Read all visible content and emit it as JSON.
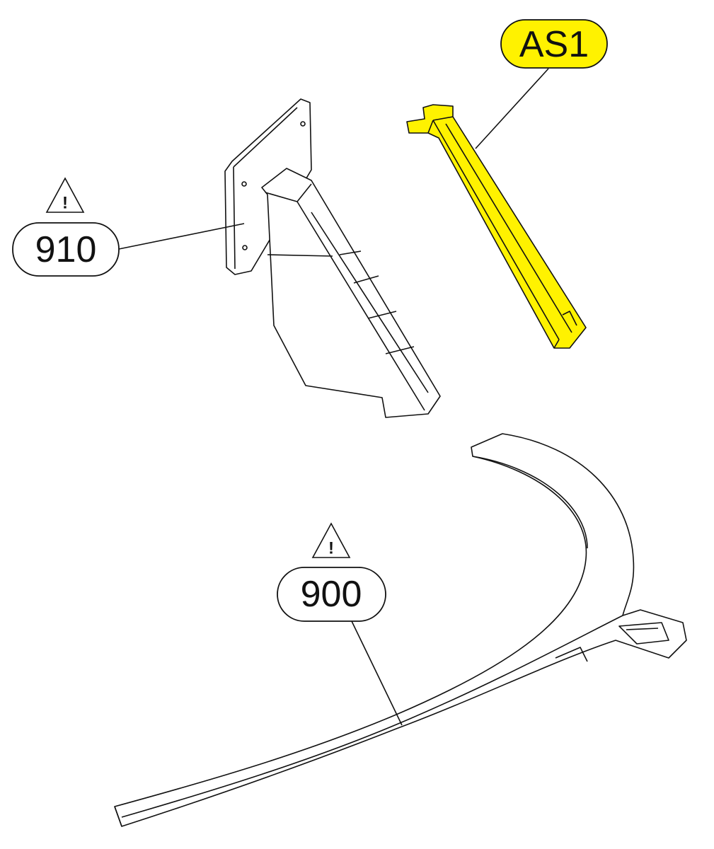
{
  "diagram": {
    "labels": [
      {
        "id": "AS1",
        "text": "AS1",
        "highlighted": true,
        "warning": false
      },
      {
        "id": "910",
        "text": "910",
        "highlighted": false,
        "warning": true
      },
      {
        "id": "900",
        "text": "900",
        "highlighted": false,
        "warning": true
      }
    ],
    "warning_symbol": "!",
    "colors": {
      "highlight": "#fff200",
      "line": "#111111"
    }
  }
}
